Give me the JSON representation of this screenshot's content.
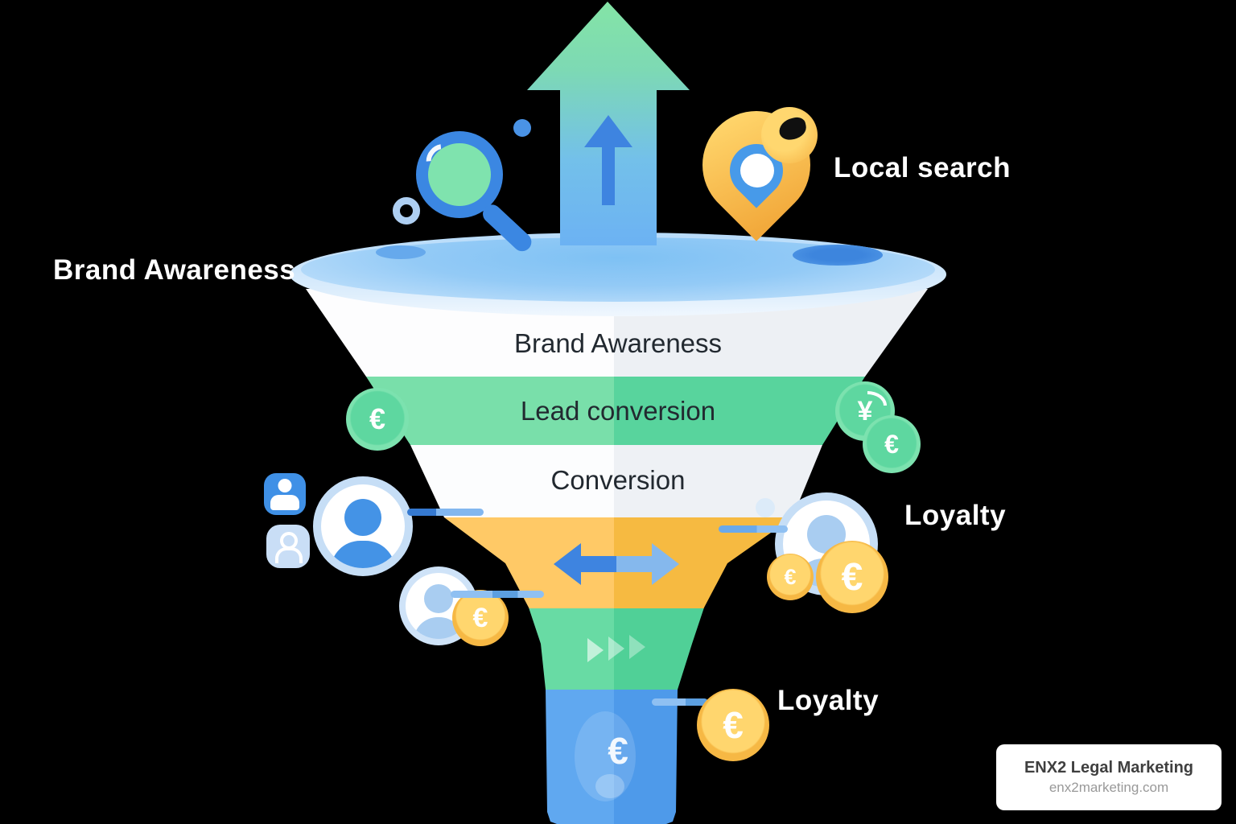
{
  "page": {
    "background": "#000000"
  },
  "funnel": {
    "inner_labels": [
      {
        "label": "Brand Awareness"
      },
      {
        "label": "Lead conversion"
      },
      {
        "label": "Conversion"
      }
    ],
    "colors": {
      "rim_blue": "#7ec1f4",
      "band_white": "#fdfdfe",
      "band_green": "#79dfaa",
      "band_yellow": "#ffc966",
      "band_lower_green": "#68dba4",
      "stem_blue": "#60a8f0",
      "arrow_green": "#84e4a6",
      "arrow_blue": "#6cb2f3",
      "coin_gold": "#f6b844",
      "coin_green": "#5ed7a0"
    }
  },
  "callouts": [
    {
      "label": "Brand Awareness"
    },
    {
      "label": "Local search"
    },
    {
      "label": "Loyalty"
    },
    {
      "label": "Loyalty"
    }
  ],
  "coins": {
    "euro": "€",
    "yen": "¥"
  },
  "watermark": {
    "title": "ENX2 Legal Marketing",
    "url": "enx2marketing.com"
  }
}
